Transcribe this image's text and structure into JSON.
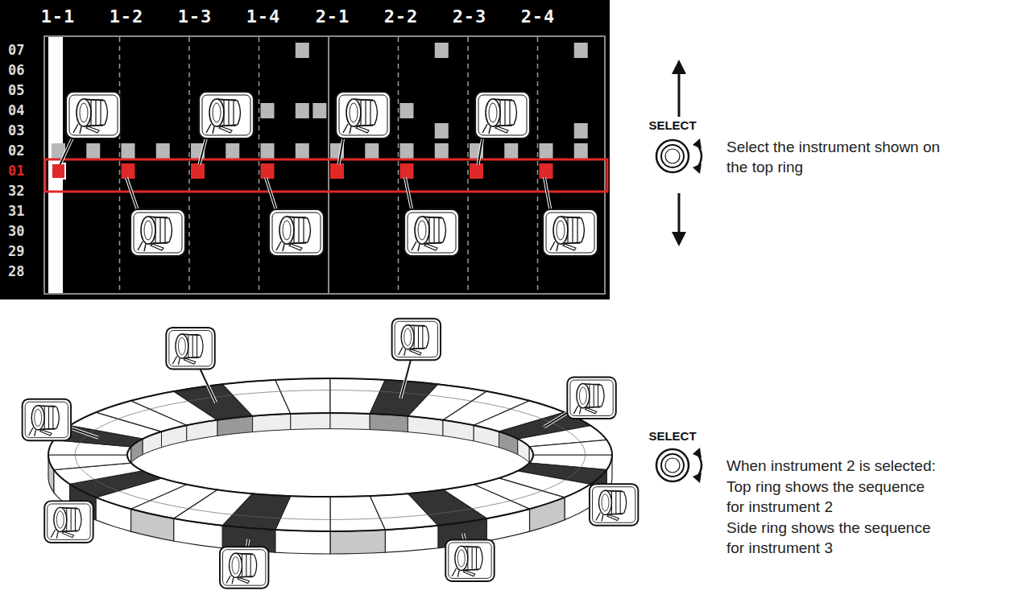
{
  "diagram": {
    "labels": [
      "1-1",
      "1-2",
      "1-3",
      "1-4",
      "2-1",
      "2-2",
      "2-3",
      "2-4",
      "07",
      "06",
      "05",
      "04",
      "03",
      "02",
      "01",
      "32",
      "31",
      "30",
      "29",
      "28",
      "SELECT",
      "Select the instrument shown on the top ring",
      "SELECT",
      "When instrument 2 is selected:",
      "Top ring shows the sequence for instrument 2",
      "Side ring shows the sequence for instrument 3"
    ]
  }
}
